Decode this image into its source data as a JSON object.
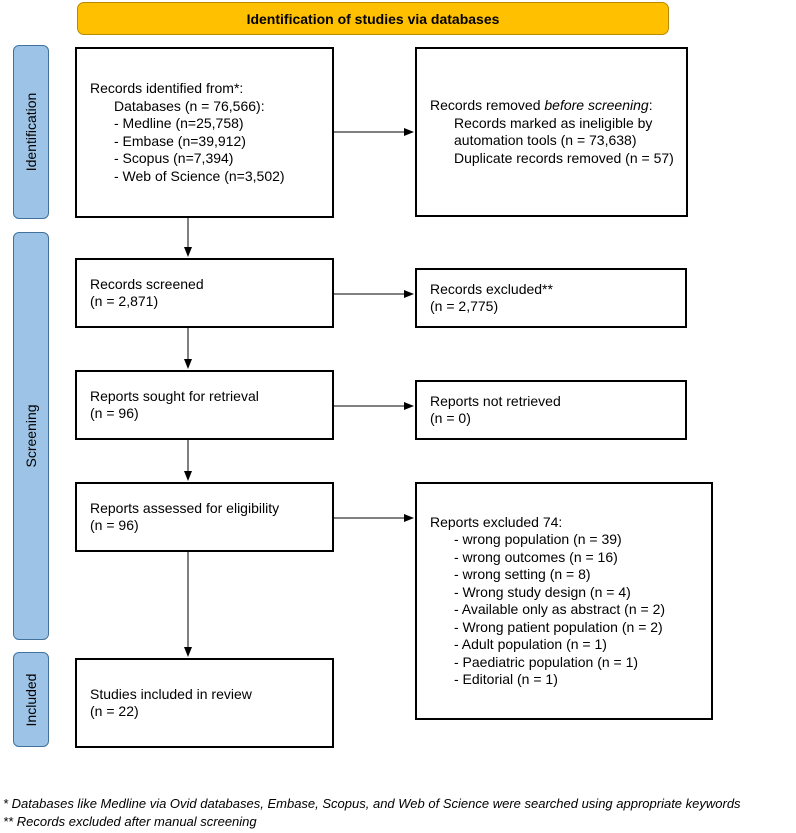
{
  "header": {
    "title": "Identification of studies via databases"
  },
  "phases": {
    "identification": "Identification",
    "screening": "Screening",
    "included": "Included"
  },
  "identified": {
    "title": "Records identified from*:",
    "databases": "Databases (n = 76,566):",
    "items": [
      "- Medline (n=25,758)",
      "- Embase (n=39,912)",
      "- Scopus (n=7,394)",
      "- Web of Science (n=3,502)"
    ]
  },
  "removed": {
    "title_prefix": "Records removed ",
    "title_em": "before screening",
    "title_suffix": ":",
    "items": [
      "Records marked as ineligible by",
      "automation tools (n = 73,638)",
      "Duplicate records removed (n = 57)"
    ]
  },
  "screened": {
    "title": "Records screened",
    "n": "(n = 2,871)"
  },
  "excluded": {
    "title": "Records excluded**",
    "n": "(n = 2,775)"
  },
  "sought": {
    "title": "Reports sought for retrieval",
    "n": "(n = 96)"
  },
  "not_retrieved": {
    "title": "Reports not retrieved",
    "n": "(n = 0)"
  },
  "assessed": {
    "title": "Reports assessed for eligibility",
    "n": "(n = 96)"
  },
  "reports_excluded": {
    "title": "Reports excluded 74:",
    "items": [
      "- wrong population (n = 39)",
      "- wrong outcomes (n = 16)",
      "- wrong setting (n = 8)",
      "- Wrong study design (n = 4)",
      "- Available only as abstract (n = 2)",
      "- Wrong patient population (n = 2)",
      "- Adult population (n = 1)",
      "- Paediatric population (n = 1)",
      "- Editorial (n = 1)"
    ]
  },
  "included": {
    "title": "Studies included in review",
    "n": "(n = 22)"
  },
  "footnotes": [
    "* Databases like Medline via Ovid databases, Embase, Scopus, and Web of Science were searched using appropriate keywords",
    "** Records excluded after manual screening"
  ],
  "colors": {
    "header": "#FFC000",
    "phase": "#9DC3E6"
  }
}
